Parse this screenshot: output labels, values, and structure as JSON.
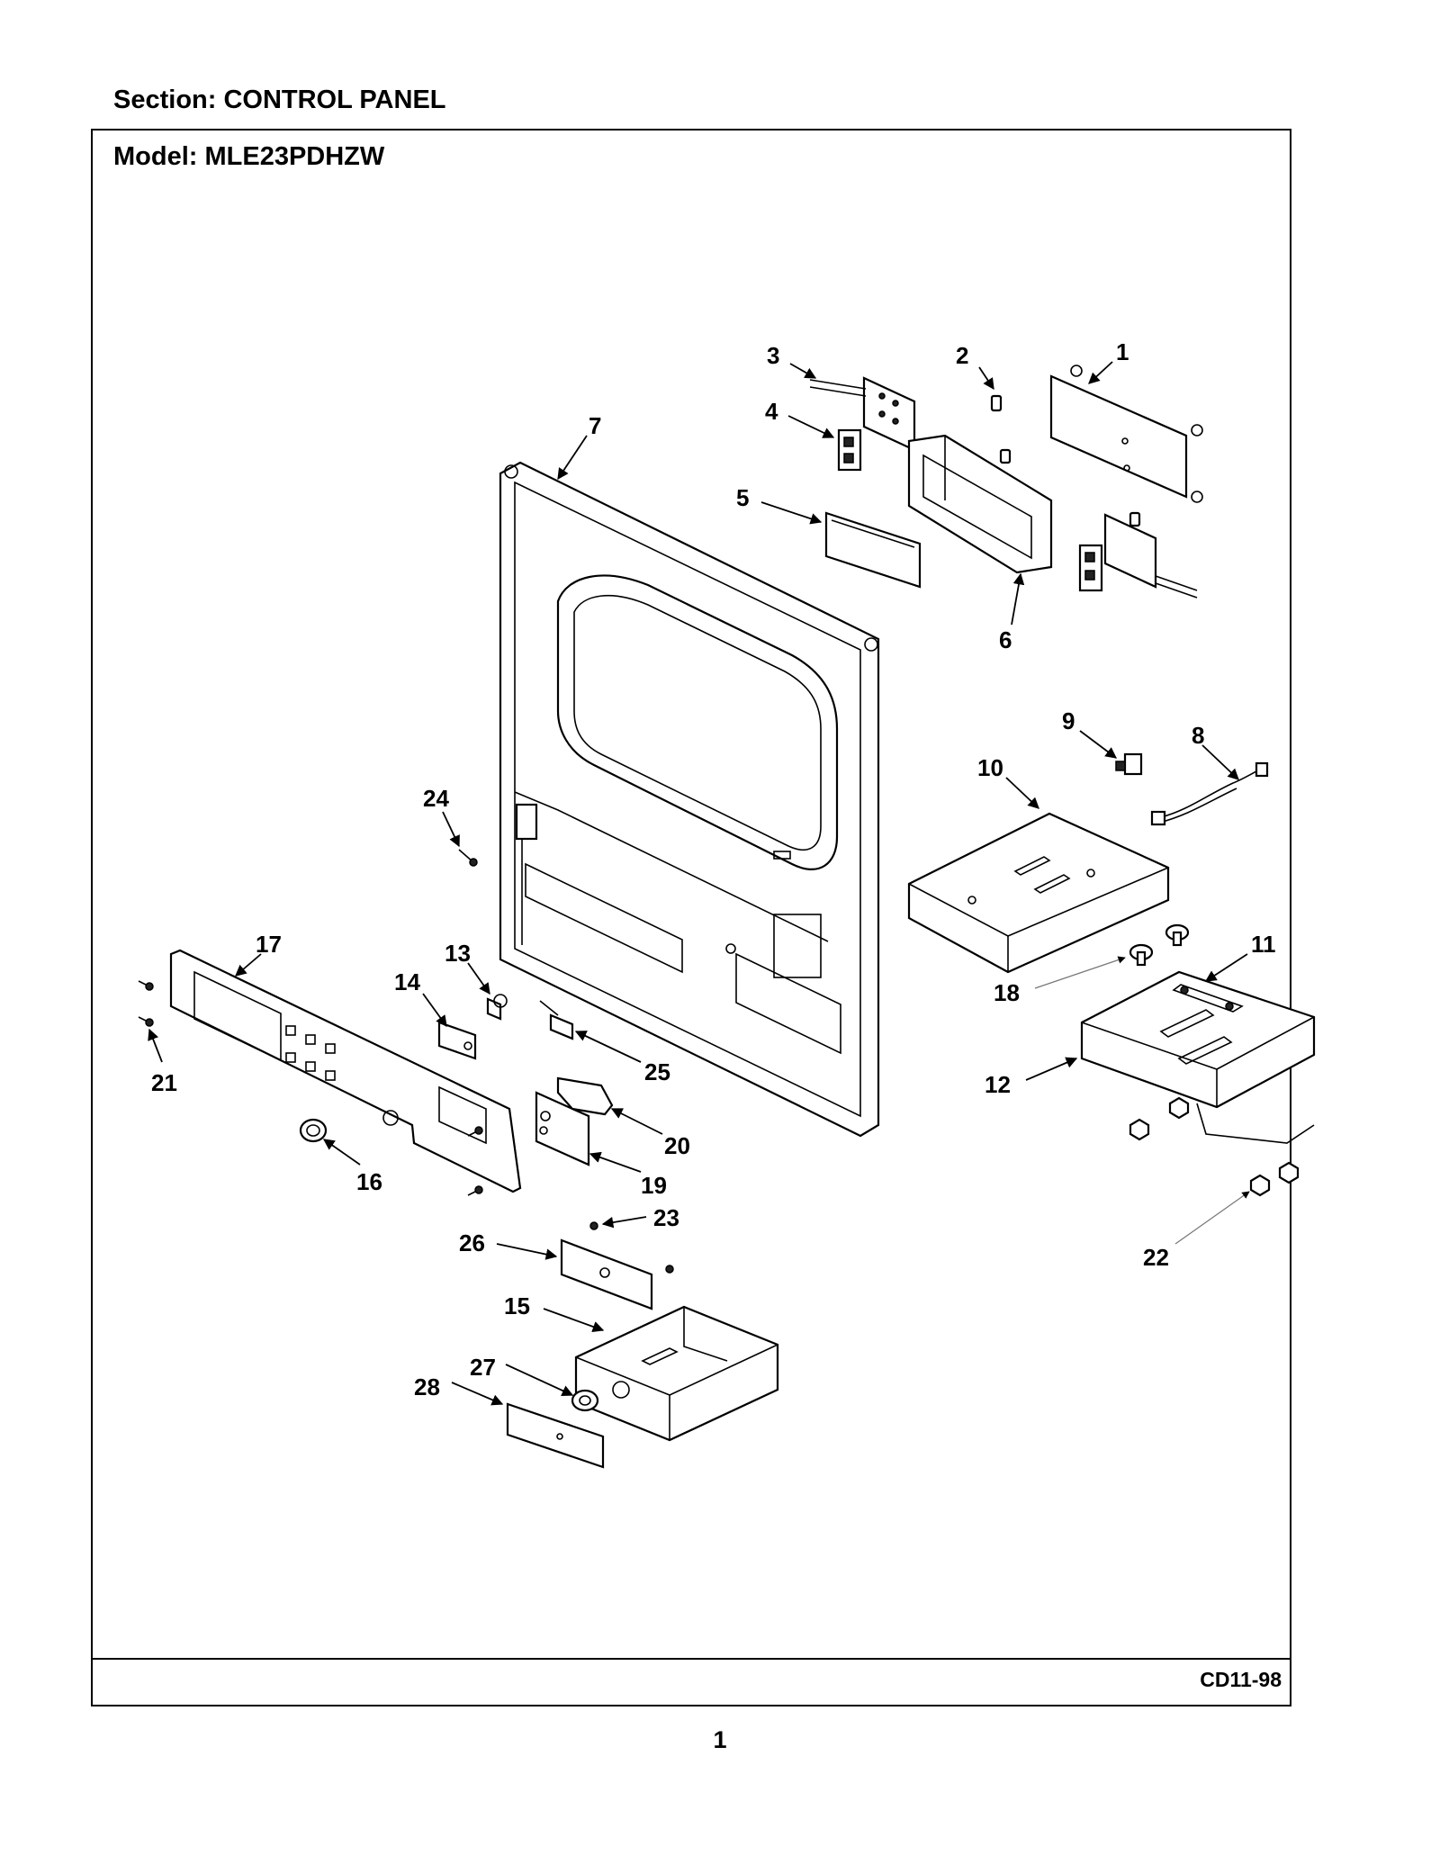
{
  "header": {
    "section": "Section:  CONTROL PANEL",
    "model": "Model:  MLE23PDHZW"
  },
  "footer": {
    "code": "CD11-98",
    "page": "1"
  },
  "callouts": [
    "1",
    "2",
    "3",
    "4",
    "5",
    "6",
    "7",
    "8",
    "9",
    "10",
    "11",
    "12",
    "13",
    "14",
    "15",
    "16",
    "17",
    "18",
    "19",
    "20",
    "21",
    "22",
    "23",
    "24",
    "25",
    "26",
    "27",
    "28"
  ]
}
